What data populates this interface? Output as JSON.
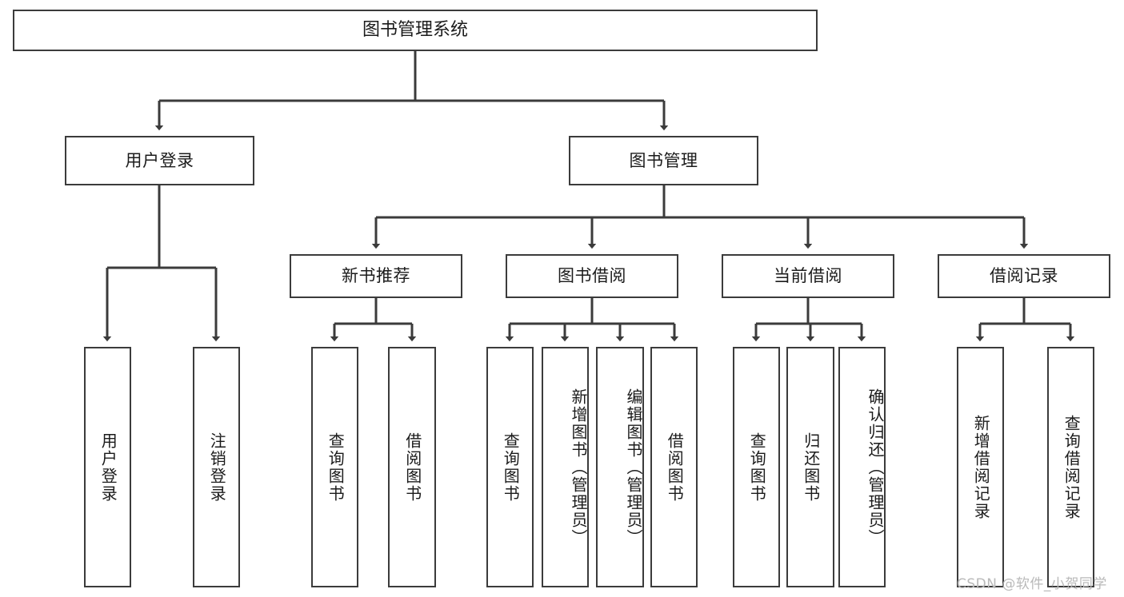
{
  "diagram": {
    "title": "图书管理系统",
    "type": "tree-hierarchy-chart",
    "root": {
      "id": "root",
      "label": "图书管理系统"
    },
    "level2": [
      {
        "id": "user-login",
        "label": "用户登录"
      },
      {
        "id": "book-manage",
        "label": "图书管理"
      }
    ],
    "level3": [
      {
        "id": "new-book-recommend",
        "label": "新书推荐"
      },
      {
        "id": "book-borrow",
        "label": "图书借阅"
      },
      {
        "id": "current-borrow",
        "label": "当前借阅"
      },
      {
        "id": "borrow-record",
        "label": "借阅记录"
      }
    ],
    "leaves": {
      "user_login": [
        {
          "id": "leaf-user-login",
          "label": "用户登录"
        },
        {
          "id": "leaf-logout-login",
          "label": "注销登录"
        }
      ],
      "new_book_recommend": [
        {
          "id": "leaf-query-book-1",
          "label": "查询图书"
        },
        {
          "id": "leaf-borrow-book-1",
          "label": "借阅图书"
        }
      ],
      "book_borrow": [
        {
          "id": "leaf-query-book-2",
          "label": "查询图书"
        },
        {
          "id": "leaf-add-book",
          "label": "新增图书（管理员）"
        },
        {
          "id": "leaf-edit-book",
          "label": "编辑图书（管理员）"
        },
        {
          "id": "leaf-borrow-book-2",
          "label": "借阅图书"
        }
      ],
      "current_borrow": [
        {
          "id": "leaf-query-book-3",
          "label": "查询图书"
        },
        {
          "id": "leaf-return-book",
          "label": "归还图书"
        },
        {
          "id": "leaf-confirm-return",
          "label": "确认归还（管理员）"
        }
      ],
      "borrow_record": [
        {
          "id": "leaf-add-record",
          "label": "新增借阅记录"
        },
        {
          "id": "leaf-query-record",
          "label": "查询借阅记录"
        }
      ]
    }
  },
  "watermark": {
    "text": "CSDN @软件_小贺同学"
  },
  "colors": {
    "stroke": "#3b3b3b",
    "background": "#ffffff",
    "text": "#1b1b1b",
    "watermark": "#b9b9b9"
  }
}
